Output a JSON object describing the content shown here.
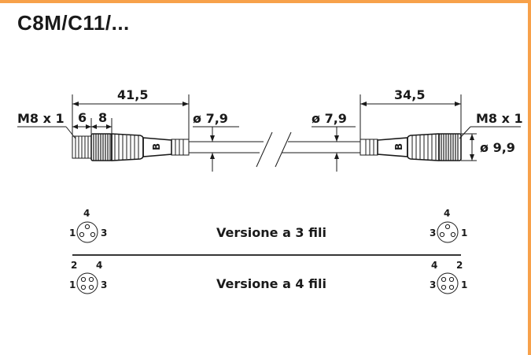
{
  "title": "C8M/C11/...",
  "colors": {
    "border": "#f7a14a",
    "ink": "#1a1a1a",
    "background": "#ffffff"
  },
  "dimensions": {
    "left_length": "41,5",
    "right_length": "34,5",
    "thread_left": "M8 x 1",
    "thread_right": "M8 x 1",
    "seg_a": "6",
    "seg_b": "8",
    "cable_dia_left": "ø 7,9",
    "cable_dia_right": "ø 7,9",
    "connector_dia": "ø 9,9",
    "marking_left": "B",
    "marking_right": "B"
  },
  "wiring": {
    "three_wire": {
      "label": "Versione a 3 fili",
      "left_pins": {
        "top": "4",
        "left": "1",
        "right": "3"
      },
      "right_pins": {
        "top": "4",
        "left": "3",
        "right": "1"
      }
    },
    "four_wire": {
      "label": "Versione a 4 fili",
      "left_pins": {
        "top_left": "2",
        "top_right": "4",
        "left": "1",
        "right": "3"
      },
      "right_pins": {
        "top_left": "4",
        "top_right": "2",
        "left": "3",
        "right": "1"
      }
    }
  }
}
